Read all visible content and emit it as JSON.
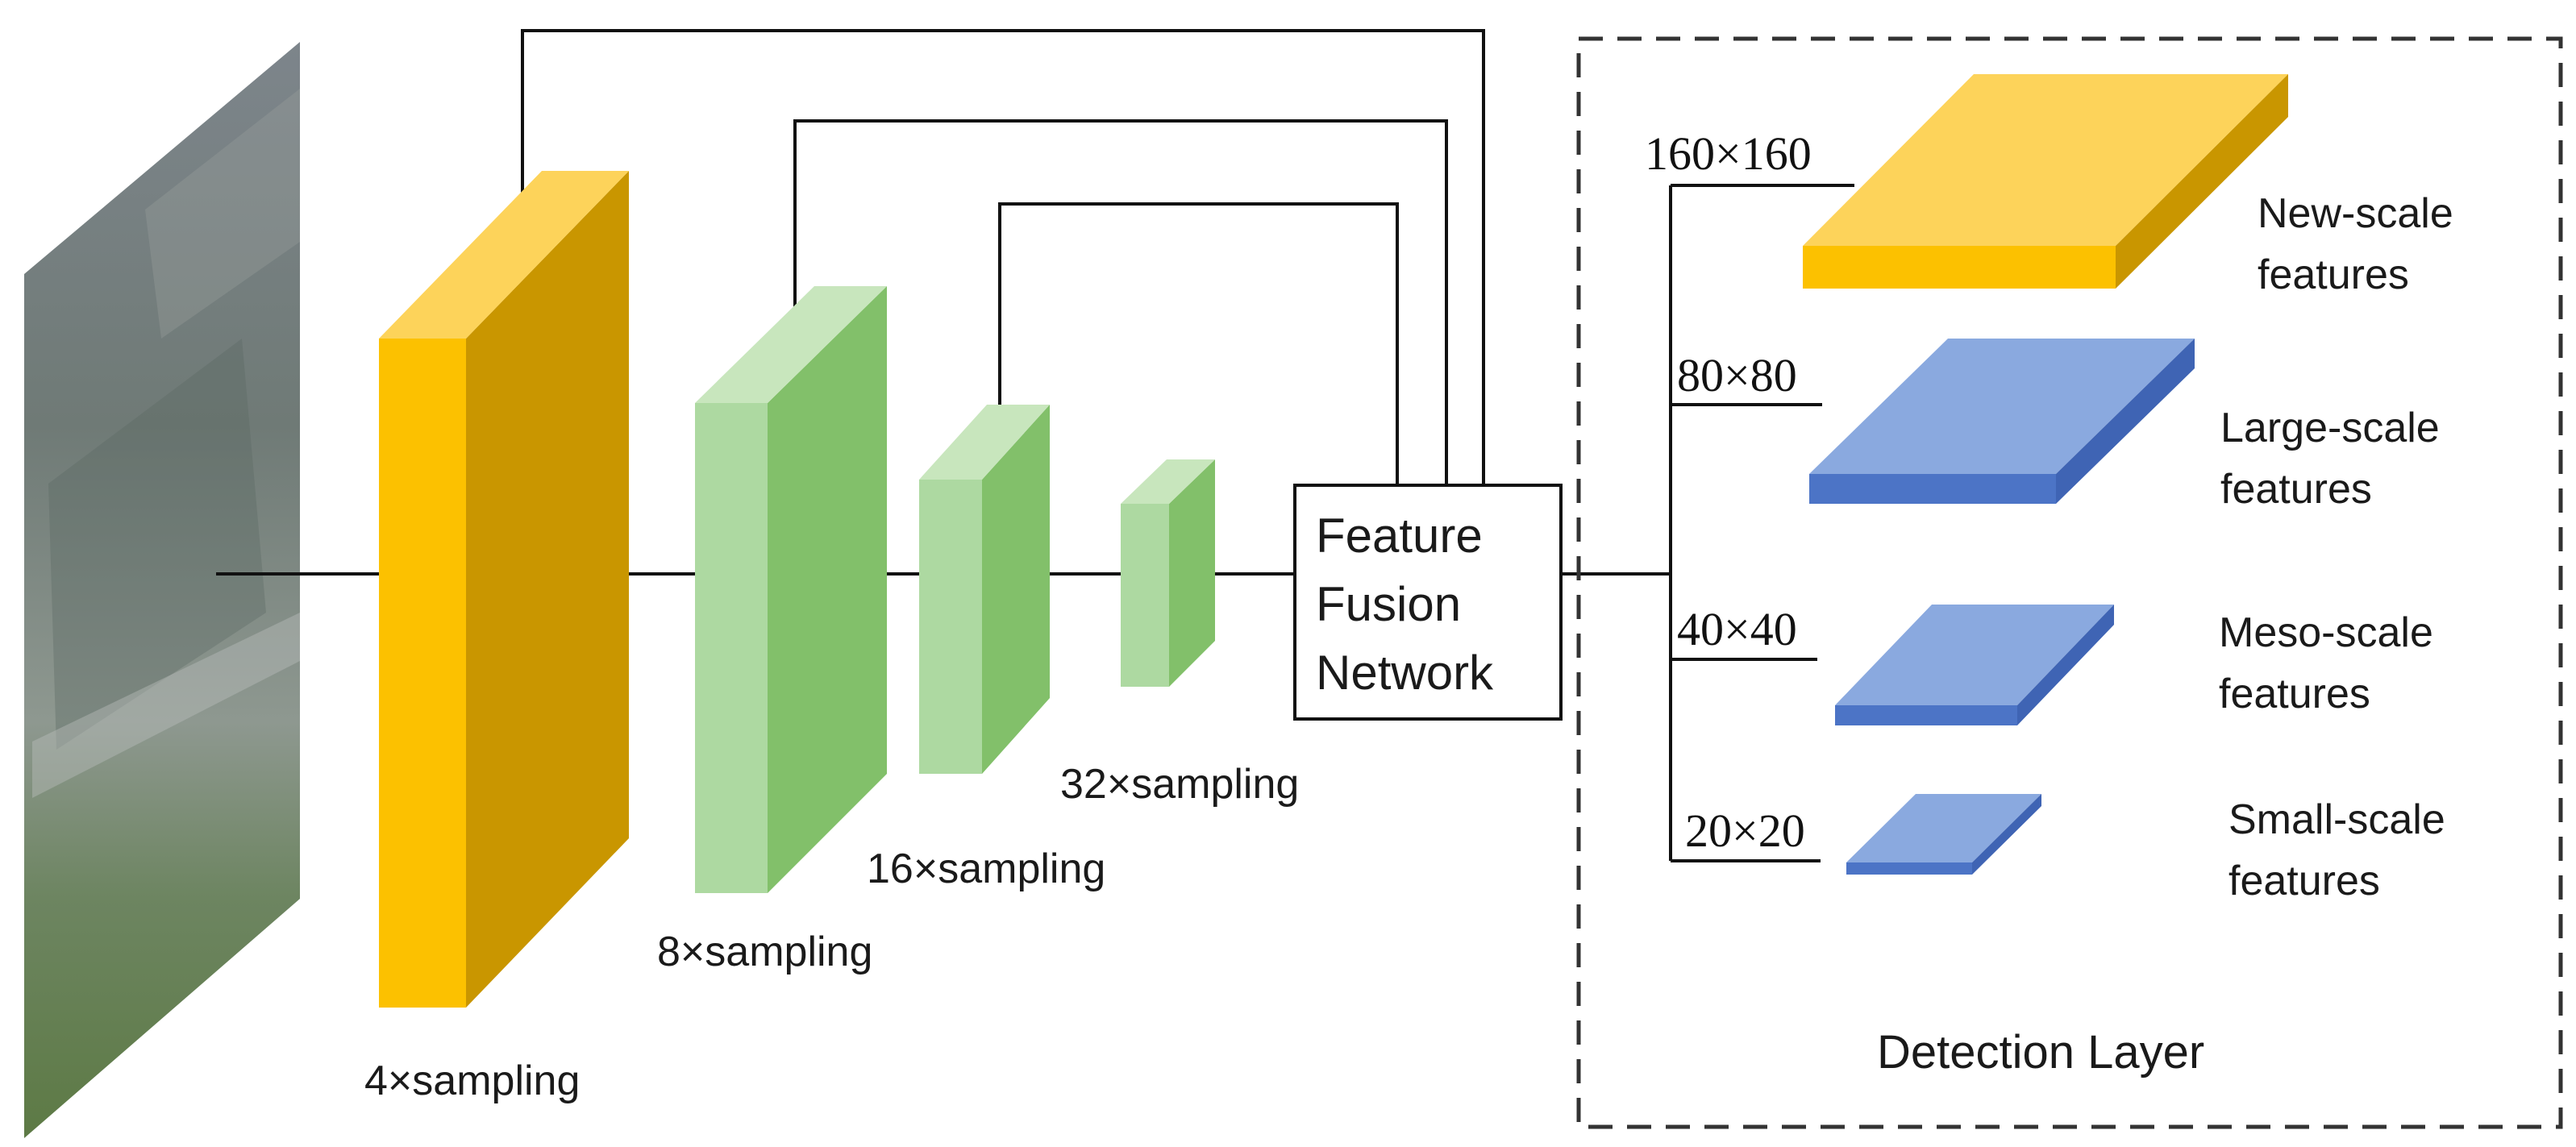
{
  "stages": [
    {
      "label": "4×sampling"
    },
    {
      "label": "8×sampling"
    },
    {
      "label": "16×sampling"
    },
    {
      "label": "32×sampling"
    }
  ],
  "fusion": {
    "line1": "Feature",
    "line2": "Fusion",
    "line3": "Network"
  },
  "detection": {
    "title": "Detection Layer",
    "outputs": [
      {
        "size": "160×160",
        "line1": "New-scale",
        "line2": "features"
      },
      {
        "size": "80×80",
        "line1": "Large-scale",
        "line2": "features"
      },
      {
        "size": "40×40",
        "line1": "Meso-scale",
        "line2": "features"
      },
      {
        "size": "20×20",
        "line1": "Small-scale",
        "line2": "features"
      }
    ]
  },
  "colors": {
    "yellow_front": "#fcc100",
    "yellow_side": "#c99600",
    "yellow_top": "#fdd35a",
    "green_front": "#add9a1",
    "green_side": "#82c06a",
    "green_top": "#c8e6bd",
    "blue_top": "#8aa9df",
    "blue_front": "#4c74c6",
    "blue_side": "#3f64b4"
  },
  "icons": {
    "input": "input-image-icon"
  }
}
